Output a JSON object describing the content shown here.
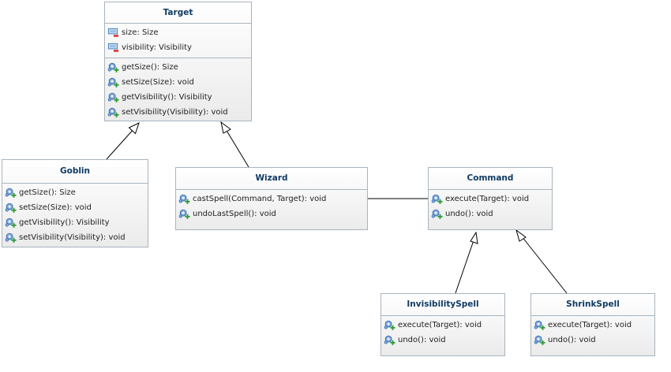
{
  "diagram": {
    "classes": {
      "target": {
        "name": "Target",
        "attributes": [
          "size: Size",
          "visibility: Visibility"
        ],
        "methods": [
          "getSize(): Size",
          "setSize(Size): void",
          "getVisibility(): Visibility",
          "setVisibility(Visibility): void"
        ]
      },
      "goblin": {
        "name": "Goblin",
        "methods": [
          "getSize(): Size",
          "setSize(Size): void",
          "getVisibility(): Visibility",
          "setVisibility(Visibility): void"
        ]
      },
      "wizard": {
        "name": "Wizard",
        "methods": [
          "castSpell(Command, Target): void",
          "undoLastSpell(): void"
        ]
      },
      "command": {
        "name": "Command",
        "methods": [
          "execute(Target): void",
          "undo(): void"
        ]
      },
      "invisibility_spell": {
        "name": "InvisibilitySpell",
        "methods": [
          "execute(Target): void",
          "undo(): void"
        ]
      },
      "shrink_spell": {
        "name": "ShrinkSpell",
        "methods": [
          "execute(Target): void",
          "undo(): void"
        ]
      }
    },
    "relationships": [
      {
        "type": "generalization",
        "from": "Goblin",
        "to": "Target"
      },
      {
        "type": "generalization",
        "from": "Wizard",
        "to": "Target"
      },
      {
        "type": "association",
        "from": "Wizard",
        "to": "Command"
      },
      {
        "type": "generalization",
        "from": "InvisibilitySpell",
        "to": "Command"
      },
      {
        "type": "generalization",
        "from": "ShrinkSpell",
        "to": "Command"
      }
    ],
    "icons": {
      "attribute": "private-field-icon",
      "method": "public-method-icon"
    },
    "colors": {
      "class_title": "#0f3a63",
      "border": "#a9b4bd",
      "attribute_icon": "#3a78b5",
      "attribute_marker": "#d3261f",
      "method_icon": "#3b6fb0",
      "method_marker": "#2f9a35"
    }
  }
}
